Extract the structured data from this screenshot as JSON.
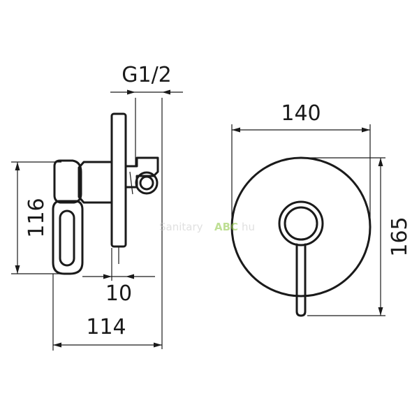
{
  "dimensions": {
    "thread": "G1/2",
    "width_plate": "140",
    "height_plate": "165",
    "height_body": "116",
    "offset": "10",
    "depth_total": "114"
  },
  "watermark": {
    "prefix": "Sanitary",
    "brand": "ABC",
    "suffix": "hu",
    "brand_color": "#8cc63f"
  },
  "colors": {
    "line": "#1a1a1a",
    "background": "#ffffff"
  }
}
